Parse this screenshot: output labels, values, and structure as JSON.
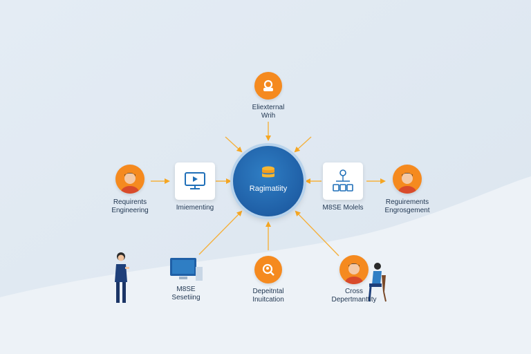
{
  "colors": {
    "accent": "#f58a1f",
    "hub": "#1f5fa6",
    "hub_ring": "#b8d3ec",
    "text": "#1f3550",
    "background": "#e7eef5"
  },
  "hub": {
    "label": "Ragimatiity",
    "icon": "database-stack-icon"
  },
  "nodes": {
    "external": {
      "line1": "Eliexternal",
      "line2": "Wrih",
      "icon": "user-icon"
    },
    "req_left": {
      "line1": "Requirents",
      "line2": "Engineering",
      "icon": "person-avatar-icon"
    },
    "implementing": {
      "line1": "Imiementing",
      "icon": "monitor-icon"
    },
    "mbse_models": {
      "line1": "M8SE Molels",
      "icon": "model-blocks-icon"
    },
    "req_right": {
      "line1": "Reguirements",
      "line2": "Engrosgement",
      "icon": "person-avatar-icon"
    },
    "mbse_setting": {
      "line1": "M8SE",
      "line2": "Sesetiing",
      "icon": "computer-icon"
    },
    "departmental": {
      "line1": "Depeitntal",
      "line2": "Inuitcation",
      "icon": "user-search-icon"
    },
    "cross_dept": {
      "line1": "Cross",
      "line2": "Depertmanttity",
      "icon": "person-avatar-icon"
    }
  }
}
